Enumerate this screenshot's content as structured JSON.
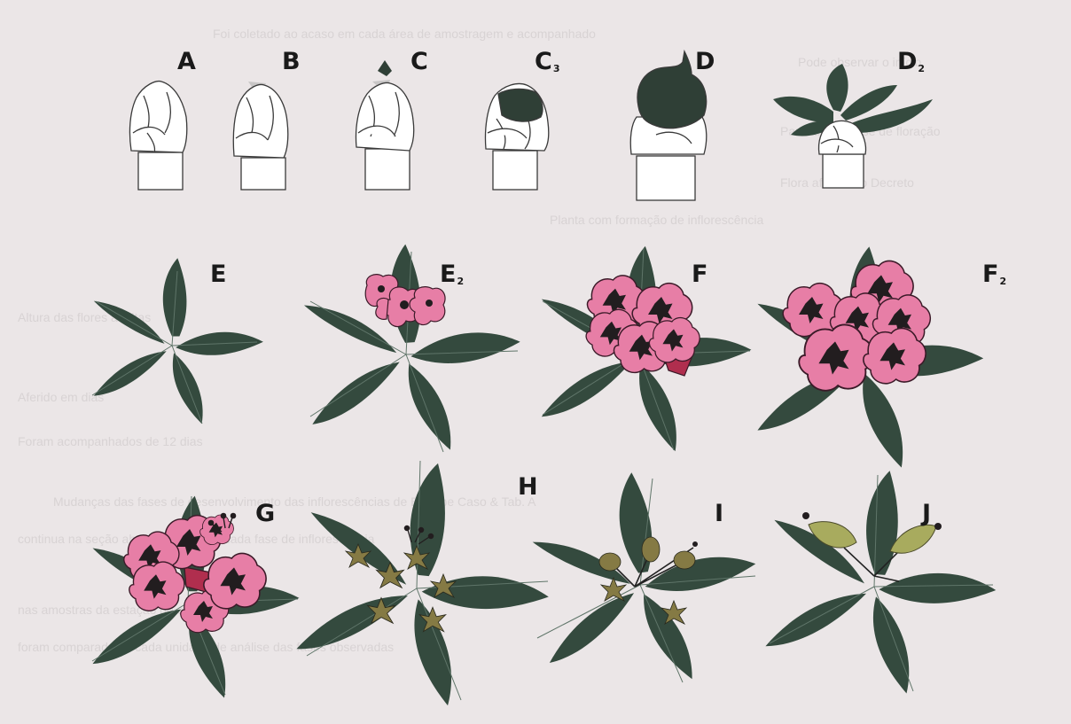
{
  "stages": [
    {
      "id": "A",
      "main": "A",
      "sub": ""
    },
    {
      "id": "B",
      "main": "B",
      "sub": ""
    },
    {
      "id": "C",
      "main": "C",
      "sub": ""
    },
    {
      "id": "C3",
      "main": "C",
      "sub": "3"
    },
    {
      "id": "D",
      "main": "D",
      "sub": ""
    },
    {
      "id": "D2",
      "main": "D",
      "sub": "2"
    },
    {
      "id": "E",
      "main": "E",
      "sub": ""
    },
    {
      "id": "E2",
      "main": "E",
      "sub": "2"
    },
    {
      "id": "F",
      "main": "F",
      "sub": ""
    },
    {
      "id": "F2",
      "main": "F",
      "sub": "2"
    },
    {
      "id": "G",
      "main": "G",
      "sub": ""
    },
    {
      "id": "H",
      "main": "H",
      "sub": ""
    },
    {
      "id": "I",
      "main": "I",
      "sub": ""
    },
    {
      "id": "J",
      "main": "J",
      "sub": ""
    }
  ],
  "colors": {
    "background": "#ebe6e7",
    "leaf": "#344a3e",
    "leaf_vein": "#5f7569",
    "bud_outline": "#3a3a3a",
    "bud_fill": "#ffffff",
    "bud_tip_gray": "#c8c6c6",
    "flower_pink": "#e77ea6",
    "flower_outline": "#3b1a28",
    "flower_center": "#221d1f",
    "bract_red": "#b02e4e",
    "withered": "#857a44",
    "fruit": "#a8ab5e"
  },
  "show_through_text": [
    "Foi coletado ao acaso em cada área de amostragem e acompanhado",
    "Pode observar o início",
    "Para aferir a fase de floração",
    "Flora aferida no Decreto",
    "Planta com formação de inflorescência",
    "Altura das flores adultas",
    "Aferido em dias",
    "Foram acompanhados de 12 dias",
    "Mudanças das fases de desenvolvimento das inflorescências de Euterpe Caso & Tab. A",
    "continua na seção abaixo registro de cada fase de inflorescência",
    "nas amostras da estação de coleta",
    "foram comparados a cada unidade de análise das fases observadas"
  ]
}
